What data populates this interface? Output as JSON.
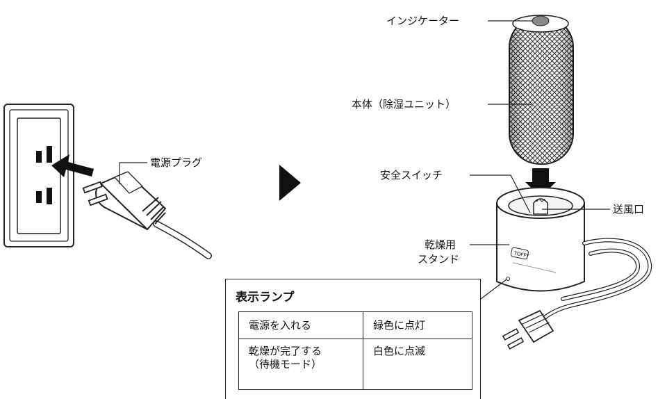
{
  "labels": {
    "plug": "電源プラグ",
    "indicator": "インジケーター",
    "body_unit": "本体（除湿ユニット）",
    "safety_switch": "安全スイッチ",
    "air_outlet": "送風口",
    "stand_line1": "乾燥用",
    "stand_line2": "スタンド",
    "brand_mark": "TOFFY"
  },
  "lamp_panel": {
    "title": "表示ランプ",
    "rows": [
      {
        "condition": [
          "電源を入れる"
        ],
        "lamp": "緑色に点灯"
      },
      {
        "condition": [
          "乾燥が完了する",
          "（待機モード）"
        ],
        "lamp": "白色に点滅"
      }
    ]
  }
}
